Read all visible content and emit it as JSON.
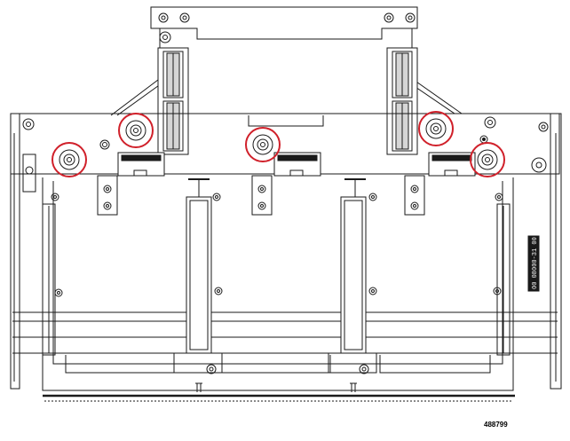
{
  "figure": {
    "id_number": "488799",
    "label_strip": "00 08000-31 00",
    "highlight_color": "#d0202a",
    "line_color": "#1a1a1a",
    "fill_color": "#ffffff",
    "shade_color": "#d6d6d6",
    "callout_count": 5
  }
}
